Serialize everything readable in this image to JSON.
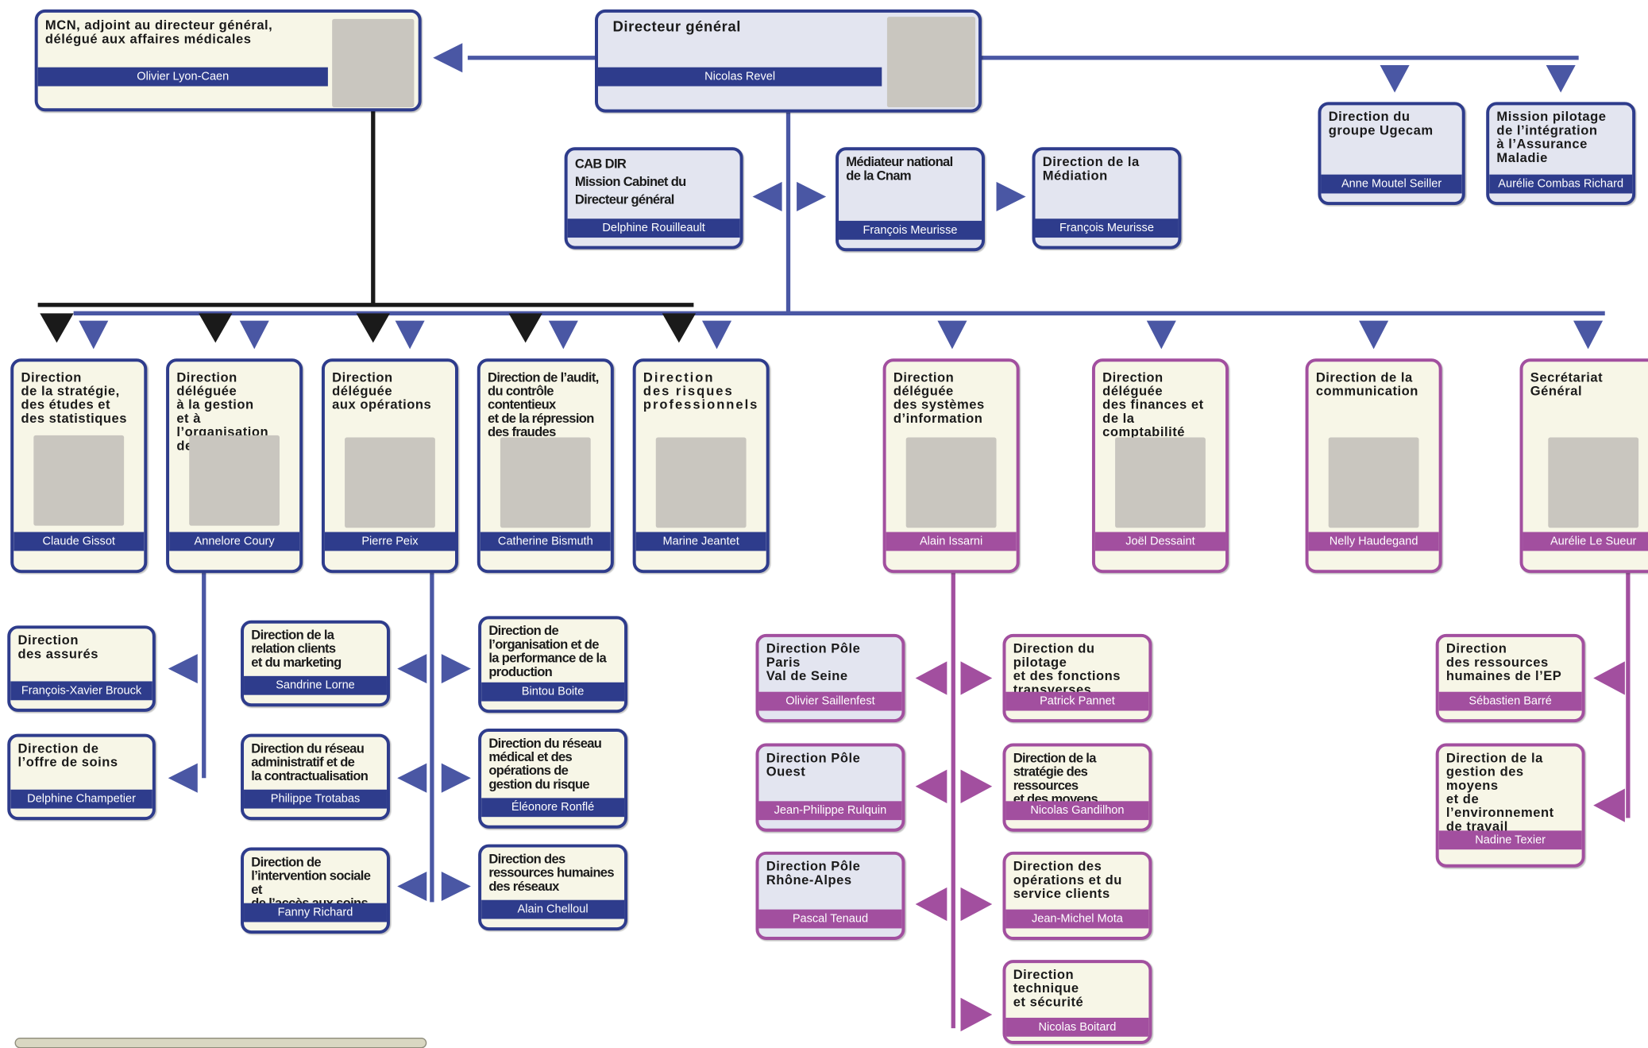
{
  "colors": {
    "navy": "#2e3c8c",
    "magenta": "#a24f9f",
    "black": "#1a1a1a",
    "cream": "#f7f6e7",
    "lightblue": "#e3e5f0"
  },
  "top": {
    "mcn": {
      "title": "MCN, adjoint au directeur général,\ndélégué aux affaires médicales",
      "name": "Olivier Lyon-Caen"
    },
    "dg": {
      "title": "Directeur général",
      "name": "Nicolas Revel"
    },
    "ugecam": {
      "title": "Direction du\ngroupe Ugecam",
      "name": "Anne Moutel Seiller"
    },
    "mission": {
      "title": "Mission pilotage\nde l’intégration\nà l’Assurance\nMaladie",
      "name": "Aurélie Combas Richard"
    },
    "cab": {
      "title": "CAB DIR\nMission Cabinet du\nDirecteur général",
      "name": "Delphine Rouilleault"
    },
    "mediateur": {
      "title": "Médiateur national\nde la Cnam",
      "name": "François Meurisse"
    },
    "mediation": {
      "title": "Direction de la\nMédiation",
      "name": "François Meurisse"
    }
  },
  "main": [
    {
      "title": "Direction\nde la stratégie,\ndes études et\ndes statistiques",
      "name": "Claude Gissot"
    },
    {
      "title": "Direction déléguée\nà la gestion\net à l’organisation\ndes soins",
      "name": "Annelore Coury"
    },
    {
      "title": "Direction\ndéléguée\naux opérations",
      "name": "Pierre Peix"
    },
    {
      "title": "Direction de l’audit,\ndu contrôle contentieux\net de la répression\ndes fraudes",
      "name": "Catherine Bismuth"
    },
    {
      "title": "Direction\ndes risques\nprofessionnels",
      "name": "Marine Jeantet"
    },
    {
      "title": "Direction\ndéléguée\ndes systèmes\nd’information",
      "name": "Alain Issarni"
    },
    {
      "title": "Direction\ndéléguée\ndes finances et\nde la comptabilité",
      "name": "Joël Dessaint"
    },
    {
      "title": "Direction de la\ncommunication",
      "name": "Nelly Haudegand"
    },
    {
      "title": "Secrétariat\nGénéral",
      "name": "Aurélie Le Sueur"
    }
  ],
  "sub_gestion": [
    {
      "title": "Direction\ndes assurés",
      "name": "François-Xavier Brouck"
    },
    {
      "title": "Direction de\nl’offre de soins",
      "name": "Delphine Champetier"
    }
  ],
  "sub_ops_left": [
    {
      "title": "Direction de la\nrelation clients\net du marketing",
      "name": "Sandrine Lorne"
    },
    {
      "title": "Direction du réseau\nadministratif et de\nla contractualisation",
      "name": "Philippe Trotabas"
    },
    {
      "title": "Direction de\nl’intervention sociale et\nde l’accès aux soins",
      "name": "Fanny Richard"
    }
  ],
  "sub_ops_right": [
    {
      "title": "Direction de\nl’organisation et de\nla performance de la\nproduction",
      "name": "Bintou Boite"
    },
    {
      "title": "Direction du réseau\nmédical et des\nopérations de\ngestion du risque",
      "name": "Éléonore Ronflé"
    },
    {
      "title": "Direction des\nressources humaines\ndes réseaux",
      "name": "Alain Chelloul"
    }
  ],
  "sub_si_left": [
    {
      "title": "Direction Pôle Paris\nVal de Seine",
      "name": "Olivier Saillenfest"
    },
    {
      "title": "Direction Pôle\nOuest",
      "name": "Jean-Philippe Rulquin"
    },
    {
      "title": "Direction Pôle\nRhône-Alpes",
      "name": "Pascal Tenaud"
    }
  ],
  "sub_si_right": [
    {
      "title": "Direction du pilotage\net des fonctions\ntransverses",
      "name": "Patrick Pannet"
    },
    {
      "title": "Direction de la\nstratégie des ressources\net des moyens",
      "name": "Nicolas Gandilhon"
    },
    {
      "title": "Direction des\nopérations et du\nservice clients",
      "name": "Jean-Michel Mota"
    },
    {
      "title": "Direction technique\net sécurité",
      "name": "Nicolas Boitard"
    }
  ],
  "sub_sg": [
    {
      "title": "Direction\ndes ressources\nhumaines de l’EP",
      "name": "Sébastien Barré"
    },
    {
      "title": "Direction de la\ngestion des moyens\net de\nl’environnement\nde travail",
      "name": "Nadine Texier"
    }
  ]
}
